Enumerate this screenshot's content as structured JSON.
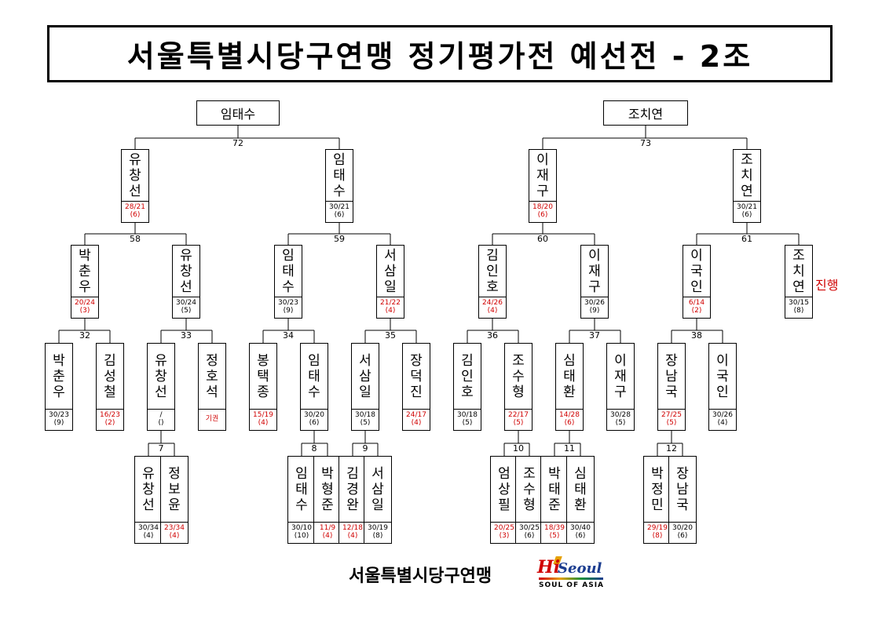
{
  "title": "서울특별시당구연맹 정기평가전 예선전 - 2조",
  "group_winners": [
    "임태수",
    "조치연"
  ],
  "matches": {
    "72": "72",
    "73": "73",
    "58": "58",
    "59": "59",
    "60": "60",
    "61": "61",
    "32": "32",
    "33": "33",
    "34": "34",
    "35": "35",
    "36": "36",
    "37": "37",
    "38": "38",
    "7": "7",
    "8": "8",
    "9": "9",
    "10": "10",
    "11": "11",
    "12": "12"
  },
  "r3": [
    {
      "name": "유창선",
      "score": "28/21",
      "inn": "(6)",
      "lose": true
    },
    {
      "name": "임태수",
      "score": "30/21",
      "inn": "(6)",
      "lose": false
    },
    {
      "name": "이재구",
      "score": "18/20",
      "inn": "(6)",
      "lose": true
    },
    {
      "name": "조치연",
      "score": "30/21",
      "inn": "(6)",
      "lose": false
    }
  ],
  "r2": [
    {
      "name": "박춘우",
      "score": "20/24",
      "inn": "(3)",
      "lose": true
    },
    {
      "name": "유창선",
      "score": "30/24",
      "inn": "(5)",
      "lose": false
    },
    {
      "name": "임태수",
      "score": "30/23",
      "inn": "(9)",
      "lose": false
    },
    {
      "name": "서삼일",
      "score": "21/22",
      "inn": "(4)",
      "lose": true
    },
    {
      "name": "김인호",
      "score": "24/26",
      "inn": "(4)",
      "lose": true
    },
    {
      "name": "이재구",
      "score": "30/26",
      "inn": "(9)",
      "lose": false
    },
    {
      "name": "이국인",
      "score": "6/14",
      "inn": "(2)",
      "lose": true
    },
    {
      "name": "조치연",
      "score": "30/15",
      "inn": "(8)",
      "lose": false
    }
  ],
  "r1": [
    {
      "name": "박춘우",
      "score": "30/23",
      "inn": "(9)",
      "lose": false
    },
    {
      "name": "김성철",
      "score": "16/23",
      "inn": "(2)",
      "lose": true
    },
    {
      "name": "유창선",
      "score": "/",
      "inn": "()",
      "lose": false
    },
    {
      "name": "정호석",
      "score": "기권",
      "inn": "",
      "lose": true
    },
    {
      "name": "봉택종",
      "score": "15/19",
      "inn": "(4)",
      "lose": true
    },
    {
      "name": "임태수",
      "score": "30/20",
      "inn": "(6)",
      "lose": false
    },
    {
      "name": "서삼일",
      "score": "30/18",
      "inn": "(5)",
      "lose": false
    },
    {
      "name": "장덕진",
      "score": "24/17",
      "inn": "(4)",
      "lose": true
    },
    {
      "name": "김인호",
      "score": "30/18",
      "inn": "(5)",
      "lose": false
    },
    {
      "name": "조수형",
      "score": "22/17",
      "inn": "(5)",
      "lose": true
    },
    {
      "name": "심태환",
      "score": "14/28",
      "inn": "(6)",
      "lose": true
    },
    {
      "name": "이재구",
      "score": "30/28",
      "inn": "(5)",
      "lose": false
    },
    {
      "name": "장남국",
      "score": "27/25",
      "inn": "(5)",
      "lose": true
    },
    {
      "name": "이국인",
      "score": "30/26",
      "inn": "(4)",
      "lose": false
    }
  ],
  "r0": [
    {
      "name": "유창선",
      "score": "30/34",
      "inn": "(4)",
      "lose": false
    },
    {
      "name": "정보윤",
      "score": "23/34",
      "inn": "(4)",
      "lose": true
    },
    {
      "name": "임태수",
      "score": "30/10",
      "inn": "(10)",
      "lose": false
    },
    {
      "name": "박형준",
      "score": "11/9",
      "inn": "(4)",
      "lose": true
    },
    {
      "name": "김경완",
      "score": "12/18",
      "inn": "(4)",
      "lose": true
    },
    {
      "name": "서삼일",
      "score": "30/19",
      "inn": "(8)",
      "lose": false
    },
    {
      "name": "엄상필",
      "score": "20/25",
      "inn": "(3)",
      "lose": true
    },
    {
      "name": "조수형",
      "score": "30/25",
      "inn": "(6)",
      "lose": false
    },
    {
      "name": "박태준",
      "score": "18/39",
      "inn": "(5)",
      "lose": true
    },
    {
      "name": "심태환",
      "score": "30/40",
      "inn": "(6)",
      "lose": false
    },
    {
      "name": "박정민",
      "score": "29/19",
      "inn": "(8)",
      "lose": true
    },
    {
      "name": "장남국",
      "score": "30/20",
      "inn": "(6)",
      "lose": false
    }
  ],
  "side_note": "진행",
  "footer_text": "서울특별시당구연맹",
  "logo": {
    "hi": "Hi",
    "seoul": "Seoul",
    "tagline": "SOUL OF ASIA"
  },
  "colors": {
    "loss": "#d00000",
    "line": "#000000"
  }
}
